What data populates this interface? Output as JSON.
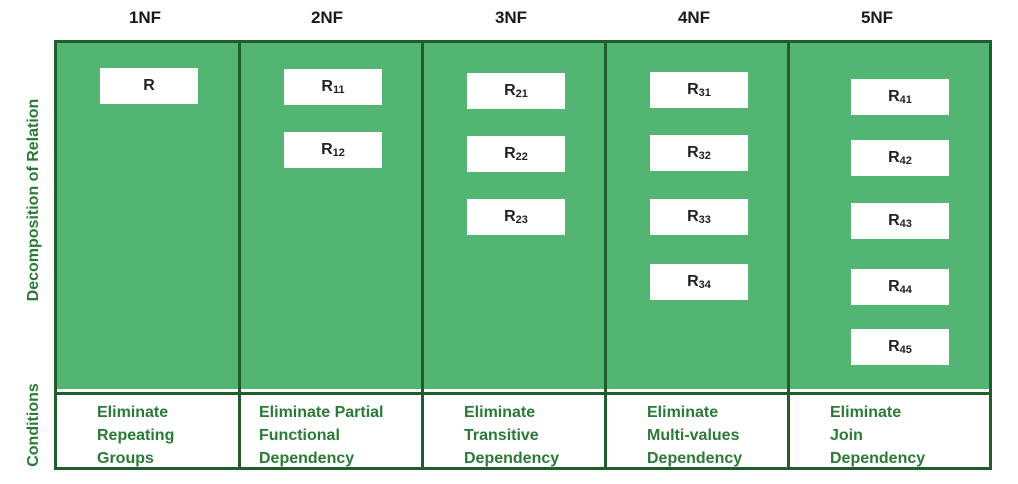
{
  "colors": {
    "fill": "#52b572",
    "border": "#215c2c",
    "label": "#2a7a36"
  },
  "side_labels": {
    "top": "Decomposition of Relation",
    "bottom": "Conditions"
  },
  "columns": [
    {
      "header": "1NF",
      "relations": [
        {
          "base": "R",
          "sub": ""
        }
      ],
      "conditions": [
        "Eliminate",
        "Repeating",
        "Groups"
      ]
    },
    {
      "header": "2NF",
      "relations": [
        {
          "base": "R",
          "sub": "11"
        },
        {
          "base": "R",
          "sub": "12"
        }
      ],
      "conditions": [
        "Eliminate Partial",
        "Functional",
        "Dependency"
      ]
    },
    {
      "header": "3NF",
      "relations": [
        {
          "base": "R",
          "sub": "21"
        },
        {
          "base": "R",
          "sub": "22"
        },
        {
          "base": "R",
          "sub": "23"
        }
      ],
      "conditions": [
        "Eliminate",
        "Transitive",
        "Dependency"
      ]
    },
    {
      "header": "4NF",
      "relations": [
        {
          "base": "R",
          "sub": "31"
        },
        {
          "base": "R",
          "sub": "32"
        },
        {
          "base": "R",
          "sub": "33"
        },
        {
          "base": "R",
          "sub": "34"
        }
      ],
      "conditions": [
        "Eliminate",
        "Multi-values",
        "Dependency"
      ]
    },
    {
      "header": "5NF",
      "relations": [
        {
          "base": "R",
          "sub": "41"
        },
        {
          "base": "R",
          "sub": "42"
        },
        {
          "base": "R",
          "sub": "43"
        },
        {
          "base": "R",
          "sub": "44"
        },
        {
          "base": "R",
          "sub": "45"
        }
      ],
      "conditions": [
        "Eliminate",
        "Join",
        "Dependency"
      ]
    }
  ]
}
